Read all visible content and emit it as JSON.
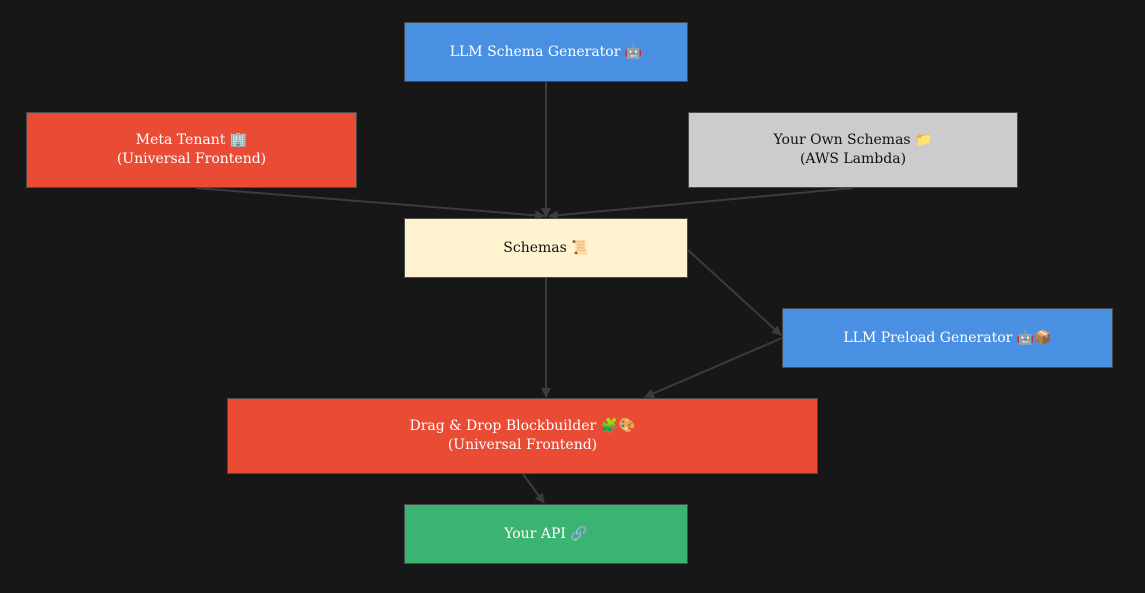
{
  "colors": {
    "background": "#171717",
    "blue": "#4a90e2",
    "red": "#e94b35",
    "gray": "#cccccc",
    "cream": "#fff2cf",
    "green": "#3bb471",
    "edge": "#3c3c3c"
  },
  "nodes": {
    "llm_schema_generator": {
      "line1": "LLM Schema Generator 🤖"
    },
    "meta_tenant": {
      "line1": "Meta Tenant 🏢",
      "line2": "(Universal Frontend)"
    },
    "own_schemas": {
      "line1": "Your Own Schemas 📁",
      "line2": "(AWS Lambda)"
    },
    "schemas": {
      "line1": "Schemas 📜"
    },
    "llm_preload_generator": {
      "line1": "LLM Preload Generator 🤖📦"
    },
    "blockbuilder": {
      "line1": "Drag & Drop Blockbuilder 🧩🎨",
      "line2": "(Universal Frontend)"
    },
    "your_api": {
      "line1": "Your API 🔗"
    }
  },
  "edges": [
    {
      "from": "llm_schema_generator",
      "to": "schemas"
    },
    {
      "from": "meta_tenant",
      "to": "schemas"
    },
    {
      "from": "own_schemas",
      "to": "schemas"
    },
    {
      "from": "schemas",
      "to": "llm_preload_generator"
    },
    {
      "from": "schemas",
      "to": "blockbuilder"
    },
    {
      "from": "llm_preload_generator",
      "to": "blockbuilder"
    },
    {
      "from": "blockbuilder",
      "to": "your_api"
    }
  ]
}
